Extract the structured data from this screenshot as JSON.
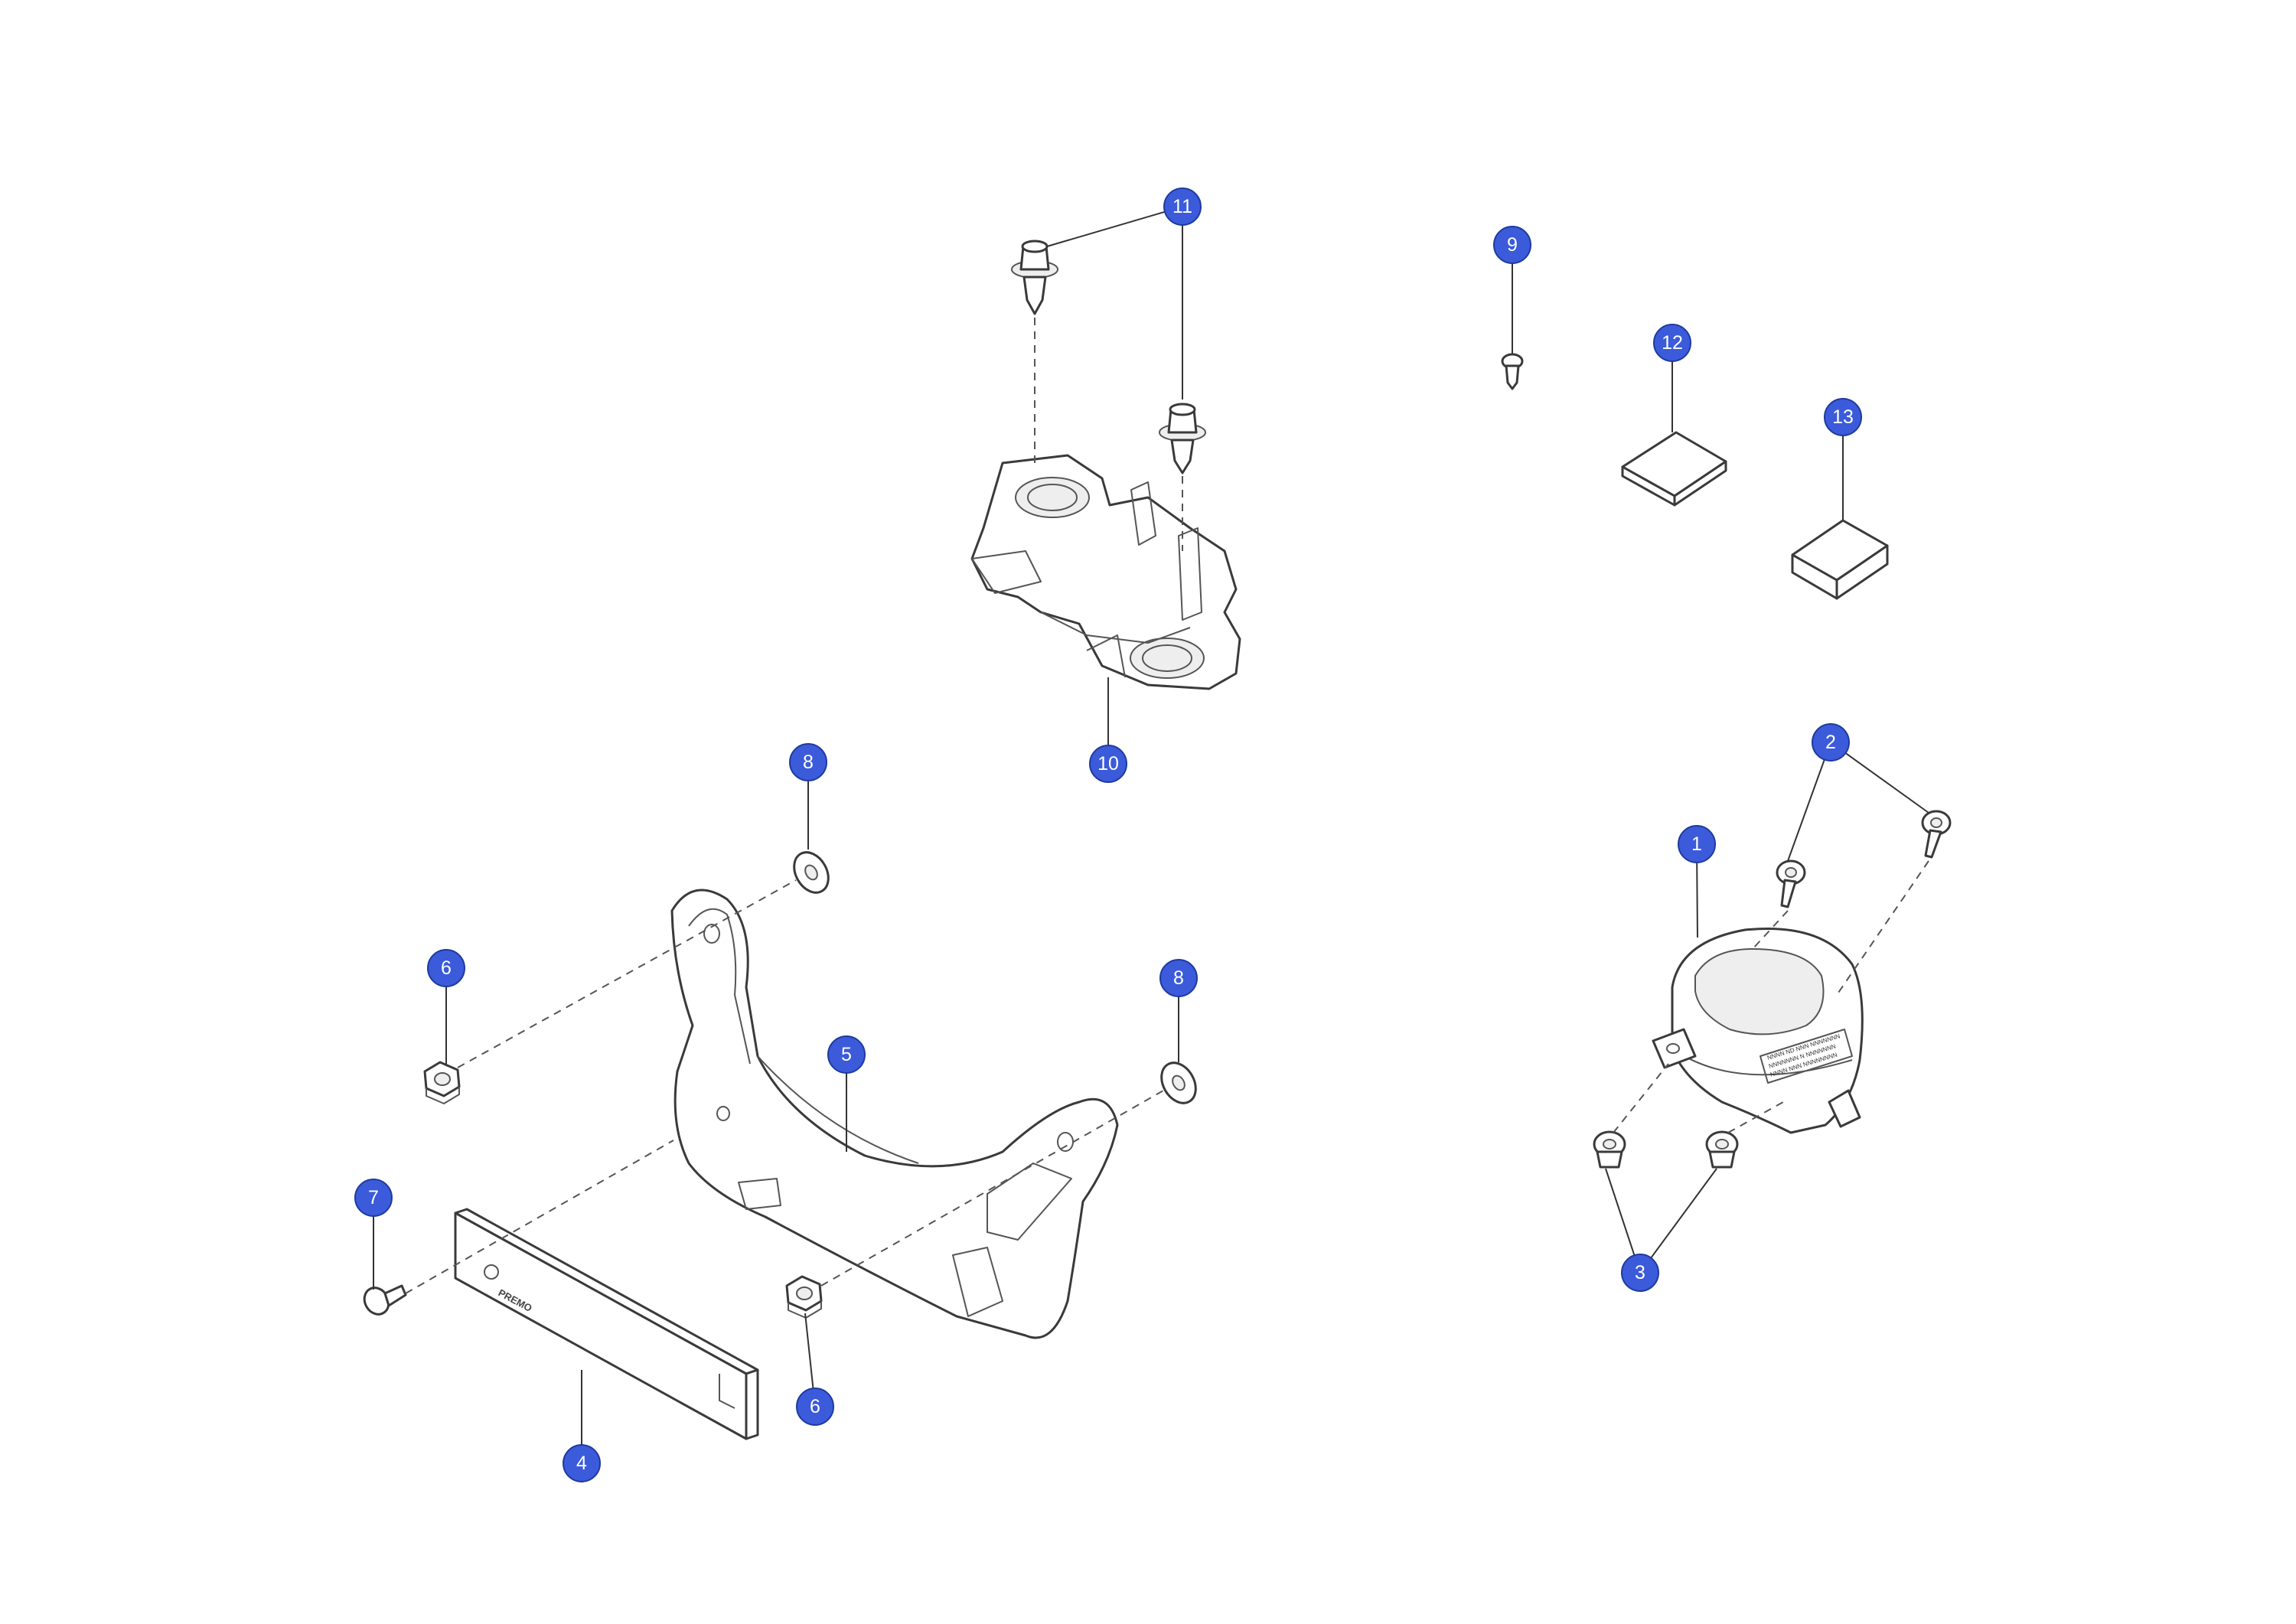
{
  "callout_color": "#3b5bdb",
  "callouts": [
    {
      "label": "1"
    },
    {
      "label": "2"
    },
    {
      "label": "3"
    },
    {
      "label": "4"
    },
    {
      "label": "5"
    },
    {
      "label": "6"
    },
    {
      "label": "6"
    },
    {
      "label": "7"
    },
    {
      "label": "8"
    },
    {
      "label": "8"
    },
    {
      "label": "9"
    },
    {
      "label": "10"
    },
    {
      "label": "11"
    },
    {
      "label": "12"
    },
    {
      "label": "13"
    }
  ],
  "part_texts": {
    "bracket_brand": "PREMO",
    "module_label_lines": [
      "NNNN ND NNN  NNNNNNN",
      "NNNNNNN N  NNNNNNN",
      "NNNN NNN  NNNNNNNN"
    ]
  }
}
